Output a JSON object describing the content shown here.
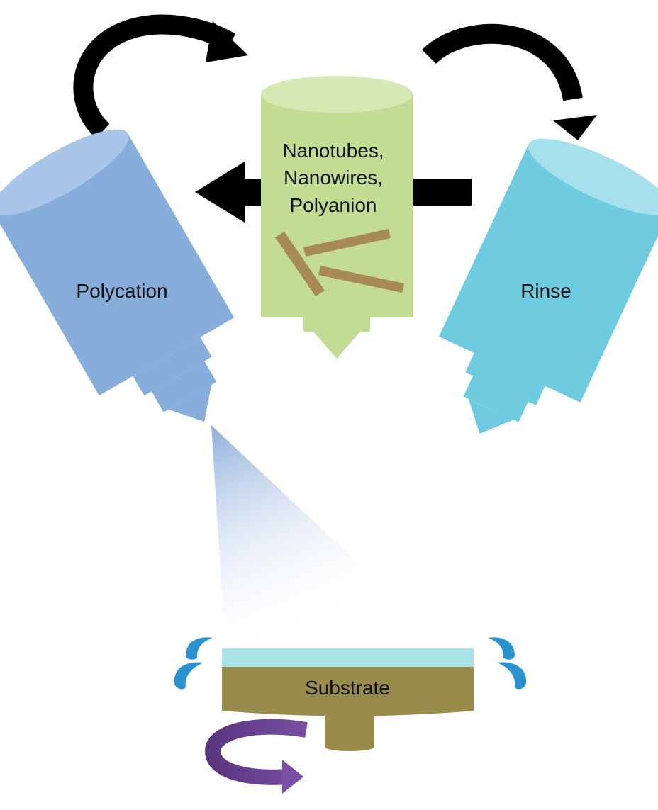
{
  "labels": {
    "polycation": "Polycation",
    "nanotubes_line1": "Nanotubes,",
    "nanotubes_line2": "Nanowires,",
    "nanotubes_line3": "Polyanion",
    "rinse": "Rinse",
    "substrate": "Substrate"
  },
  "colors": {
    "polycation_bottle": "#87aedb",
    "polyanion_bottle": "#c2dc94",
    "rinse_bottle": "#6ecbe0",
    "substrate_base": "#988b4c",
    "substrate_film": "#a9e3e8",
    "rotation_arrow": "#6b4290",
    "droplets": "#2a93cf",
    "cycle_arrows": "#000000",
    "nanowires": "#a78a55"
  },
  "icons": {
    "cycle": "curved-arrow-icon",
    "flow": "left-arrow-icon",
    "rotation": "rotation-arrow-icon",
    "droplet": "droplet-icon"
  }
}
